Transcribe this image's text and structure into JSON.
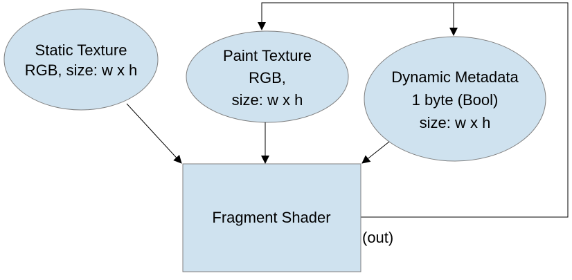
{
  "nodes": {
    "static_texture": {
      "lines": [
        "Static Texture",
        "RGB, size: w x h"
      ]
    },
    "paint_texture": {
      "lines": [
        "Paint Texture",
        "RGB,",
        "size: w x h"
      ]
    },
    "dynamic_metadata": {
      "lines": [
        "Dynamic Metadata",
        "1 byte (Bool)",
        "size: w x h"
      ]
    },
    "fragment_shader": {
      "label": "Fragment Shader"
    }
  },
  "edges": {
    "out_label": "(out)"
  },
  "colors": {
    "fill": "#cfe2ef",
    "stroke": "#7f7f7f",
    "line": "#000000"
  }
}
